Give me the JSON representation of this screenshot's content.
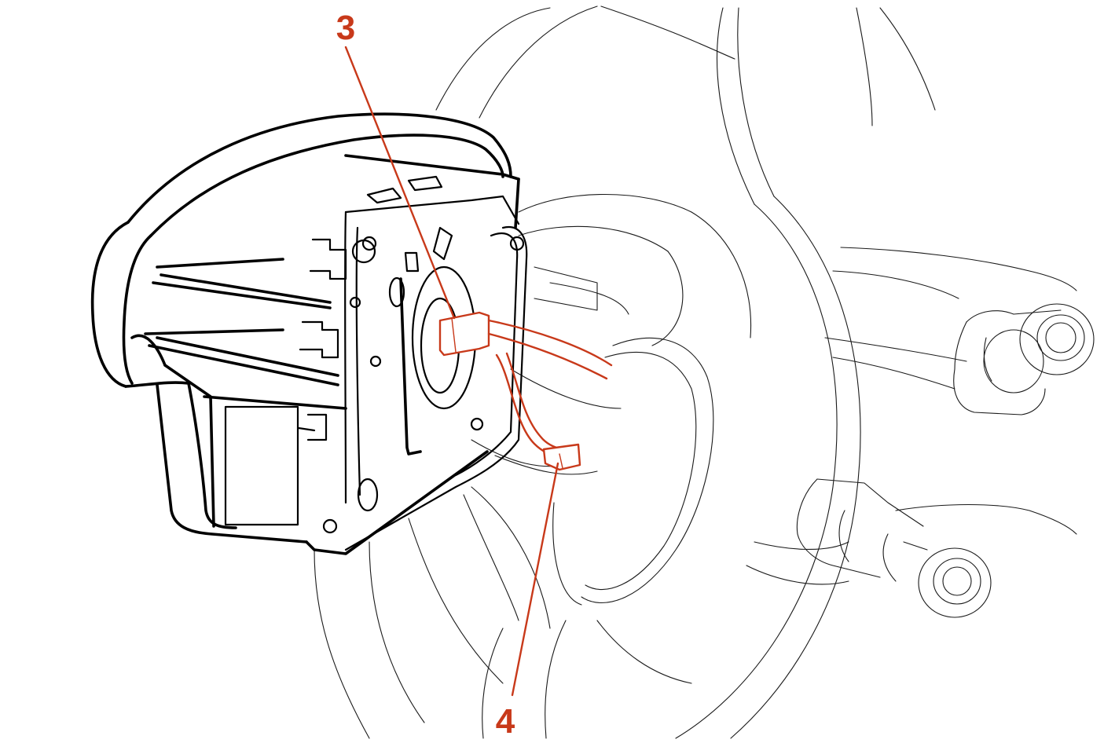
{
  "callouts": [
    {
      "id": "3",
      "label": "3"
    },
    {
      "id": "4",
      "label": "4"
    }
  ],
  "colors": {
    "highlight": "#C8391A",
    "linework": "#1A1A1A",
    "background": "#FFFFFF"
  }
}
